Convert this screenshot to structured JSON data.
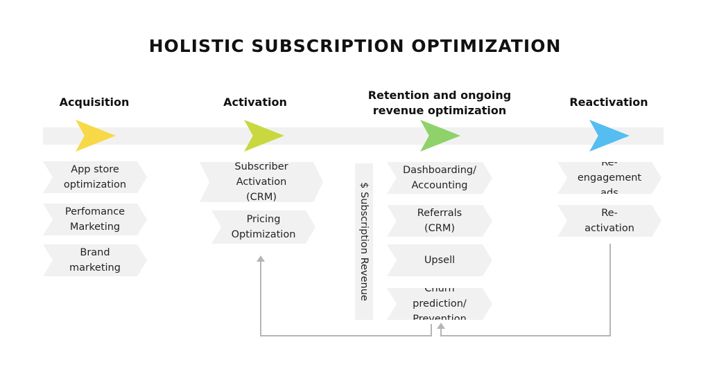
{
  "title": "HOLISTIC SUBSCRIPTION OPTIMIZATION",
  "stages": [
    {
      "label": "Acquisition",
      "color": "#f7d948"
    },
    {
      "label": "Activation",
      "color": "#c8d83e"
    },
    {
      "label_line1": "Retention and ongoing",
      "label_line2": "revenue optimization",
      "color": "#8fd16a"
    },
    {
      "label": "Reactivation",
      "color": "#56bdf0"
    }
  ],
  "acquisition": {
    "items": [
      {
        "line1": "App store",
        "line2": "optimization"
      },
      {
        "line1": "Perfomance",
        "line2": "Marketing"
      },
      {
        "line1": "Brand",
        "line2": "marketing"
      }
    ]
  },
  "activation": {
    "items": [
      {
        "line1": "Subscriber",
        "line2": "Activation (CRM)"
      },
      {
        "line1": "Pricing",
        "line2": "Optimization"
      }
    ]
  },
  "retention": {
    "revenue_label": "$ Subscription Revenue",
    "items": [
      {
        "line1": "Dashboarding/",
        "line2": "Accounting"
      },
      {
        "line1": "Referrals (CRM)"
      },
      {
        "line1": "Upsell"
      },
      {
        "line1": "Churn prediction/",
        "line2": "Prevention"
      }
    ]
  },
  "reactivation": {
    "items": [
      {
        "line1": "Re-engagement",
        "line2": "ads"
      },
      {
        "line1": "Re-activation"
      }
    ]
  },
  "colors": {
    "band": "#f1f1f1",
    "connector": "#b5b5b5"
  }
}
